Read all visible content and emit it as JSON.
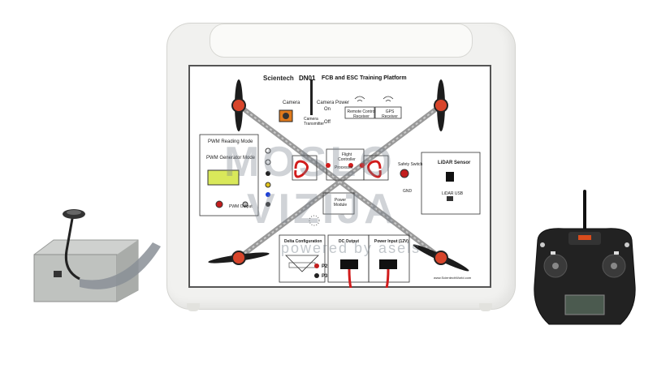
{
  "panel": {
    "brand": "Scientech",
    "model": "DN01",
    "title": "FCB and ESC Training Platform",
    "camera": "Camera",
    "camera_power": "Camera Power",
    "on": "On",
    "off": "Off",
    "camera_tx": "Camera Transmitter",
    "rc_receiver": "Remote Control Receiver",
    "gps_receiver": "GPS Receiver",
    "pwm_reading": "PWM Reading Mode",
    "pwm_generator": "PWM Generator Mode",
    "pwm_output": "PWM Output",
    "flight_controller": "Flight Controller",
    "processor": "Processor",
    "safety_switch": "Safety Switch",
    "gnd": "GND",
    "lidar_sensor": "LiDAR Sensor",
    "lidar_usb": "LiDAR USB",
    "power_module": "Power Module",
    "delta_config": "Delta Configuration",
    "dc_output": "DC Output",
    "power_input": "Power Input (12V)",
    "p2": "P2",
    "p3": "P3",
    "website": "www.ScientechWorld.com"
  },
  "watermark": {
    "line1": "MOSLO",
    "line2": "VIZIJA",
    "line3": "powered by asels"
  },
  "colors": {
    "case": "#f1f1ef",
    "motor": "#d8452b",
    "arm": "#9a9a9a",
    "wire_red": "#d11c1c",
    "lcd": "#d9e85a",
    "transmitter": "#222222"
  }
}
